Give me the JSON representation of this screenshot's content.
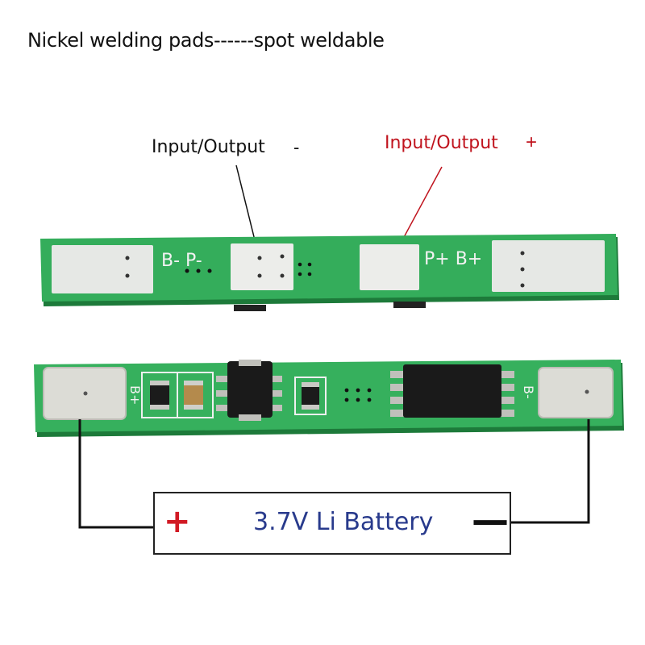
{
  "header": {
    "title": "Nickel welding pads------spot weldable"
  },
  "labels": {
    "output_negative": "Input/Output",
    "output_negative_sign": "-",
    "output_positive": "Input/Output",
    "output_positive_sign": "+"
  },
  "board_top": {
    "silk_left": "B- P-",
    "silk_right": "P+ B+"
  },
  "board_bottom": {
    "silk_left": "B+",
    "silk_right": "B-"
  },
  "battery": {
    "plus": "+",
    "label": "3.7V Li Battery",
    "minus": "—"
  },
  "colors": {
    "pcb_green": "#2fa657",
    "pcb_dark": "#1f7f3e",
    "pad_nickel": "#e4e6e3",
    "label_red": "#c0141e",
    "battery_text": "#283a8c"
  }
}
